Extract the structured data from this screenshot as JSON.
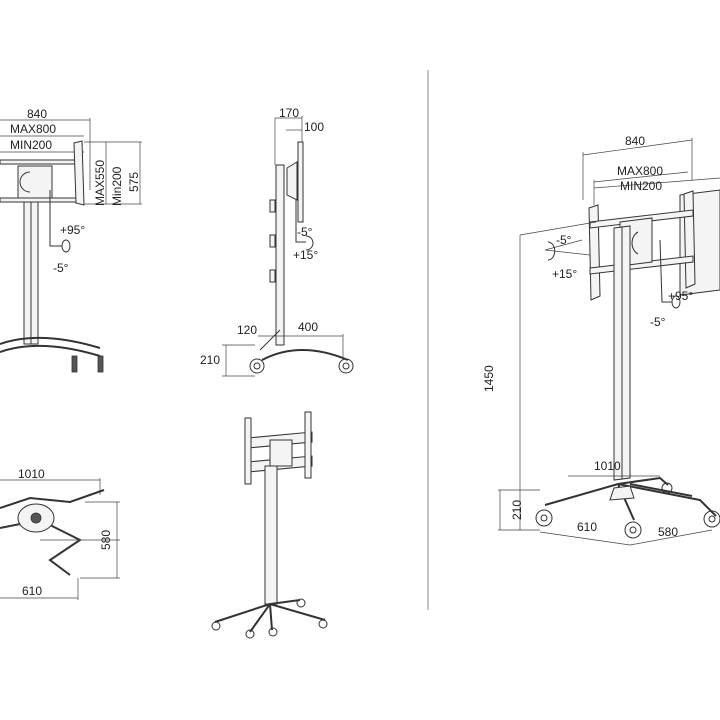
{
  "front_view": {
    "width_840": "840",
    "max800": "MAX800",
    "min200": "MIN200",
    "max550": "MAX550",
    "min200_v": "Min200",
    "height_575": "575",
    "tilt_plus": "+95°",
    "tilt_minus": "-5°"
  },
  "side_view": {
    "depth_170": "170",
    "depth_100": "100",
    "tilt_minus": "-5°",
    "tilt_plus": "+15°",
    "base_120": "120",
    "base_400": "400",
    "height_210": "210"
  },
  "top_view": {
    "width_1010": "1010",
    "depth_580": "580",
    "width_610": "610"
  },
  "iso_view": {
    "width_840": "840",
    "max800": "MAX800",
    "min200": "MIN200",
    "tilt_minus": "-5°",
    "tilt_plus": "+15°",
    "swivel_plus": "+95°",
    "swivel_minus": "-5°",
    "height_1450": "1450",
    "base_1010": "1010",
    "height_210": "210",
    "base_610": "610",
    "base_580": "580"
  }
}
